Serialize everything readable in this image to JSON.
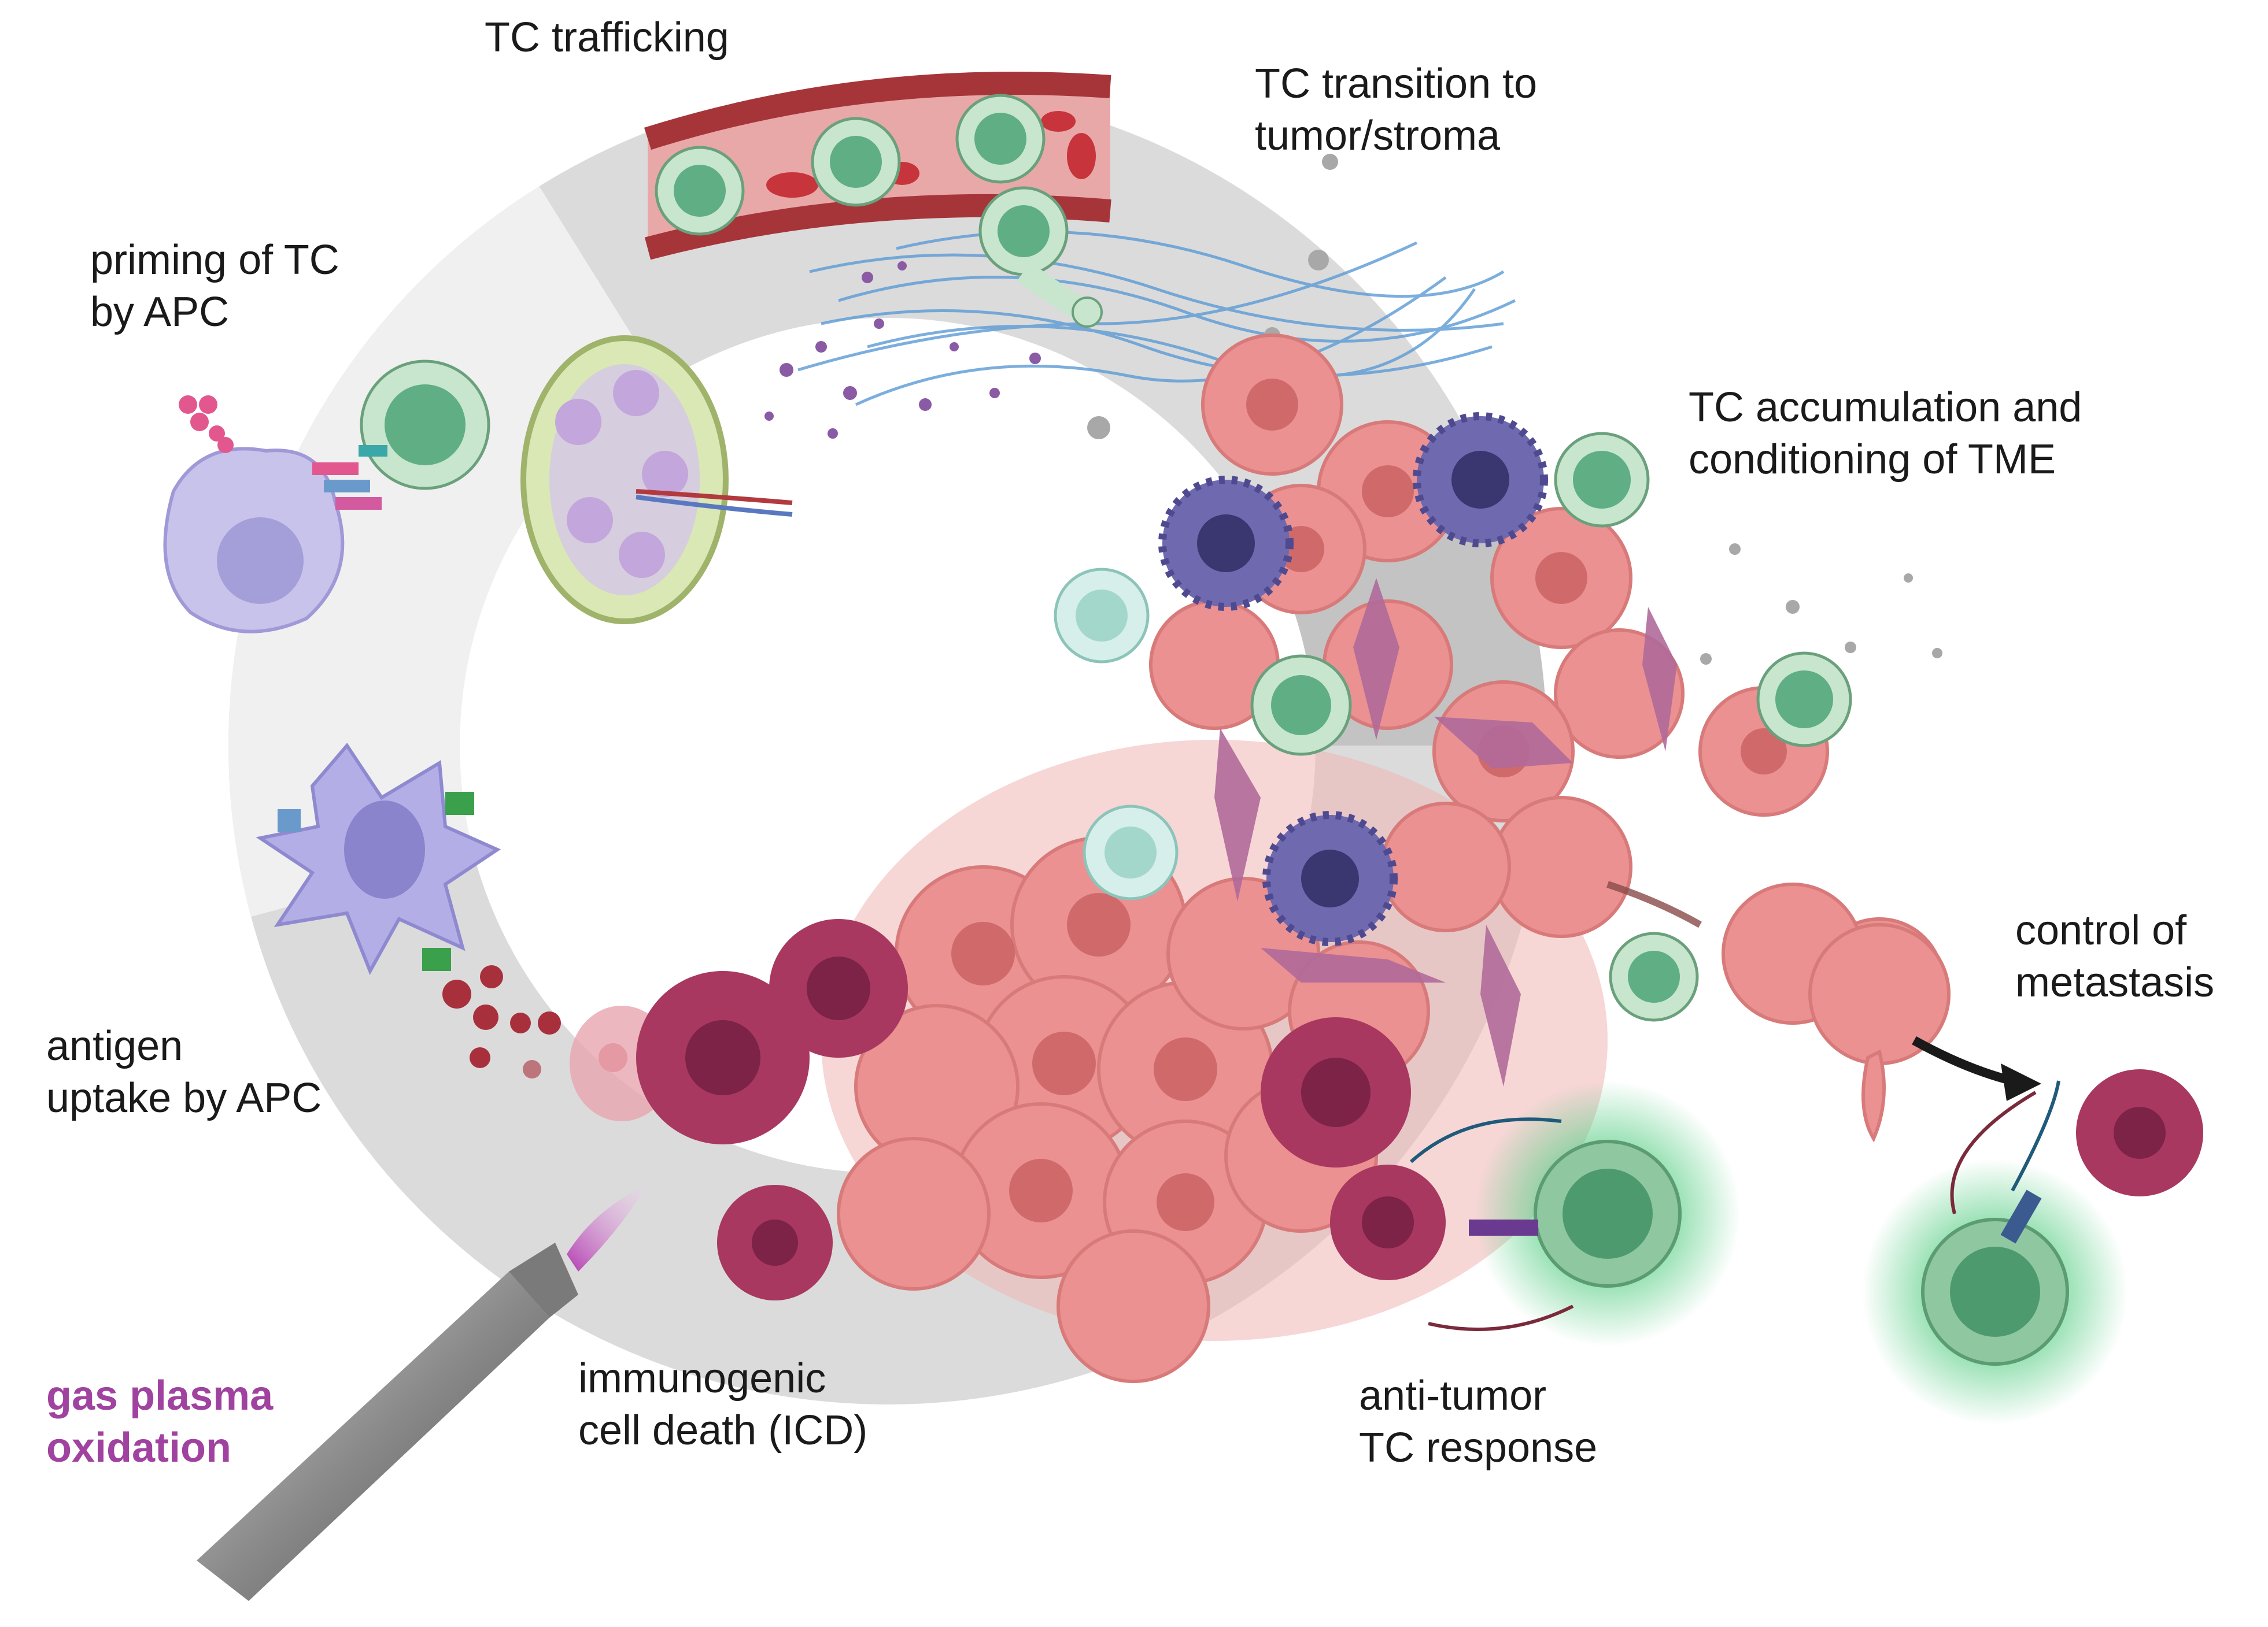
{
  "labels": {
    "trafficking": "TC trafficking",
    "transition": [
      "TC transition to",
      "tumor/stroma"
    ],
    "priming": [
      "priming of TC",
      "by APC"
    ],
    "accumulation": [
      "TC accumulation and",
      "conditioning of TME"
    ],
    "uptake": [
      "antigen",
      "uptake by APC"
    ],
    "metastasis": [
      "control of",
      "metastasis"
    ],
    "icd": [
      "immunogenic",
      "cell death (ICD)"
    ],
    "response": [
      "anti-tumor",
      "TC response"
    ],
    "plasma": [
      "gas plasma",
      "oxidation"
    ]
  },
  "colors": {
    "cycle_ring": "#c9c9c9",
    "tumor_cell": "#e98a8a",
    "dying_cell": "#a8385f",
    "t_cell": "#5fae84",
    "apc": "#aeb0e6",
    "macrophage": "#4f4a90",
    "fibroblast": "#b06a9a",
    "plasma_text": "#a0429f",
    "vessel": "#b23a3e",
    "collagen": "#5b9bd5"
  }
}
